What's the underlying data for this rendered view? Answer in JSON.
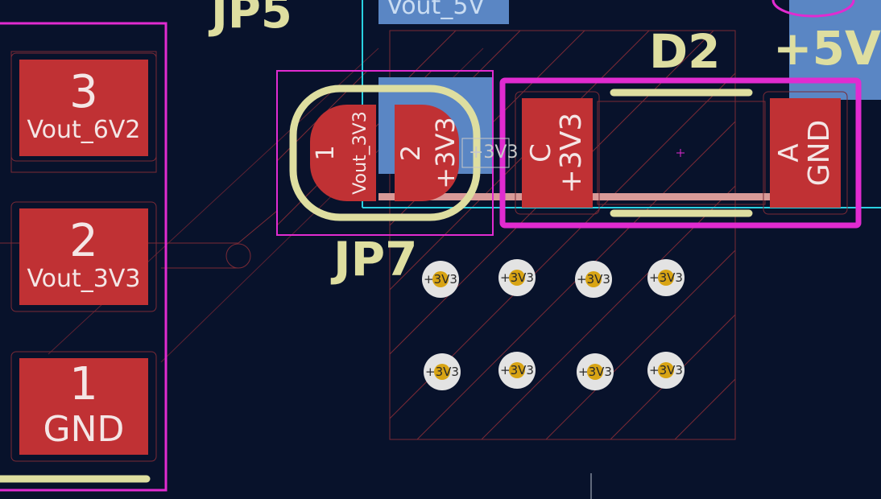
{
  "silkscreen": {
    "jp5_ref": "JP5",
    "jp7_ref": "JP7",
    "d2_ref": "D2",
    "plus5v_label": "+5V"
  },
  "net_labels": {
    "top_label": "Vout_5V",
    "d2_pad_c_net": "+3V3"
  },
  "connector_pads": [
    {
      "number": "3",
      "net": "Vout_6V2"
    },
    {
      "number": "2",
      "net": "Vout_3V3"
    },
    {
      "number": "1",
      "net": "GND"
    }
  ],
  "jp7": {
    "pad1_number": "1",
    "pad1_net": "Vout_3V3",
    "pad2_number": "2",
    "pad2_net": "+3V3"
  },
  "d2": {
    "pad_c_letter": "C",
    "pad_c_net": "+3V3",
    "pad_a_letter": "A",
    "pad_a_net": "GND"
  },
  "vias": {
    "net": "+3V3",
    "count": 8
  },
  "colors": {
    "background": "#08122b",
    "pad_red": "#c03134",
    "silkscreen": "#dedea0",
    "courtyard_magenta": "#e12bd0",
    "board_edge_cyan": "#2ad0e0",
    "copper_fill_blue": "#5a86c4",
    "via_ring": "#e3e3e3",
    "via_core": "#d8a414"
  }
}
